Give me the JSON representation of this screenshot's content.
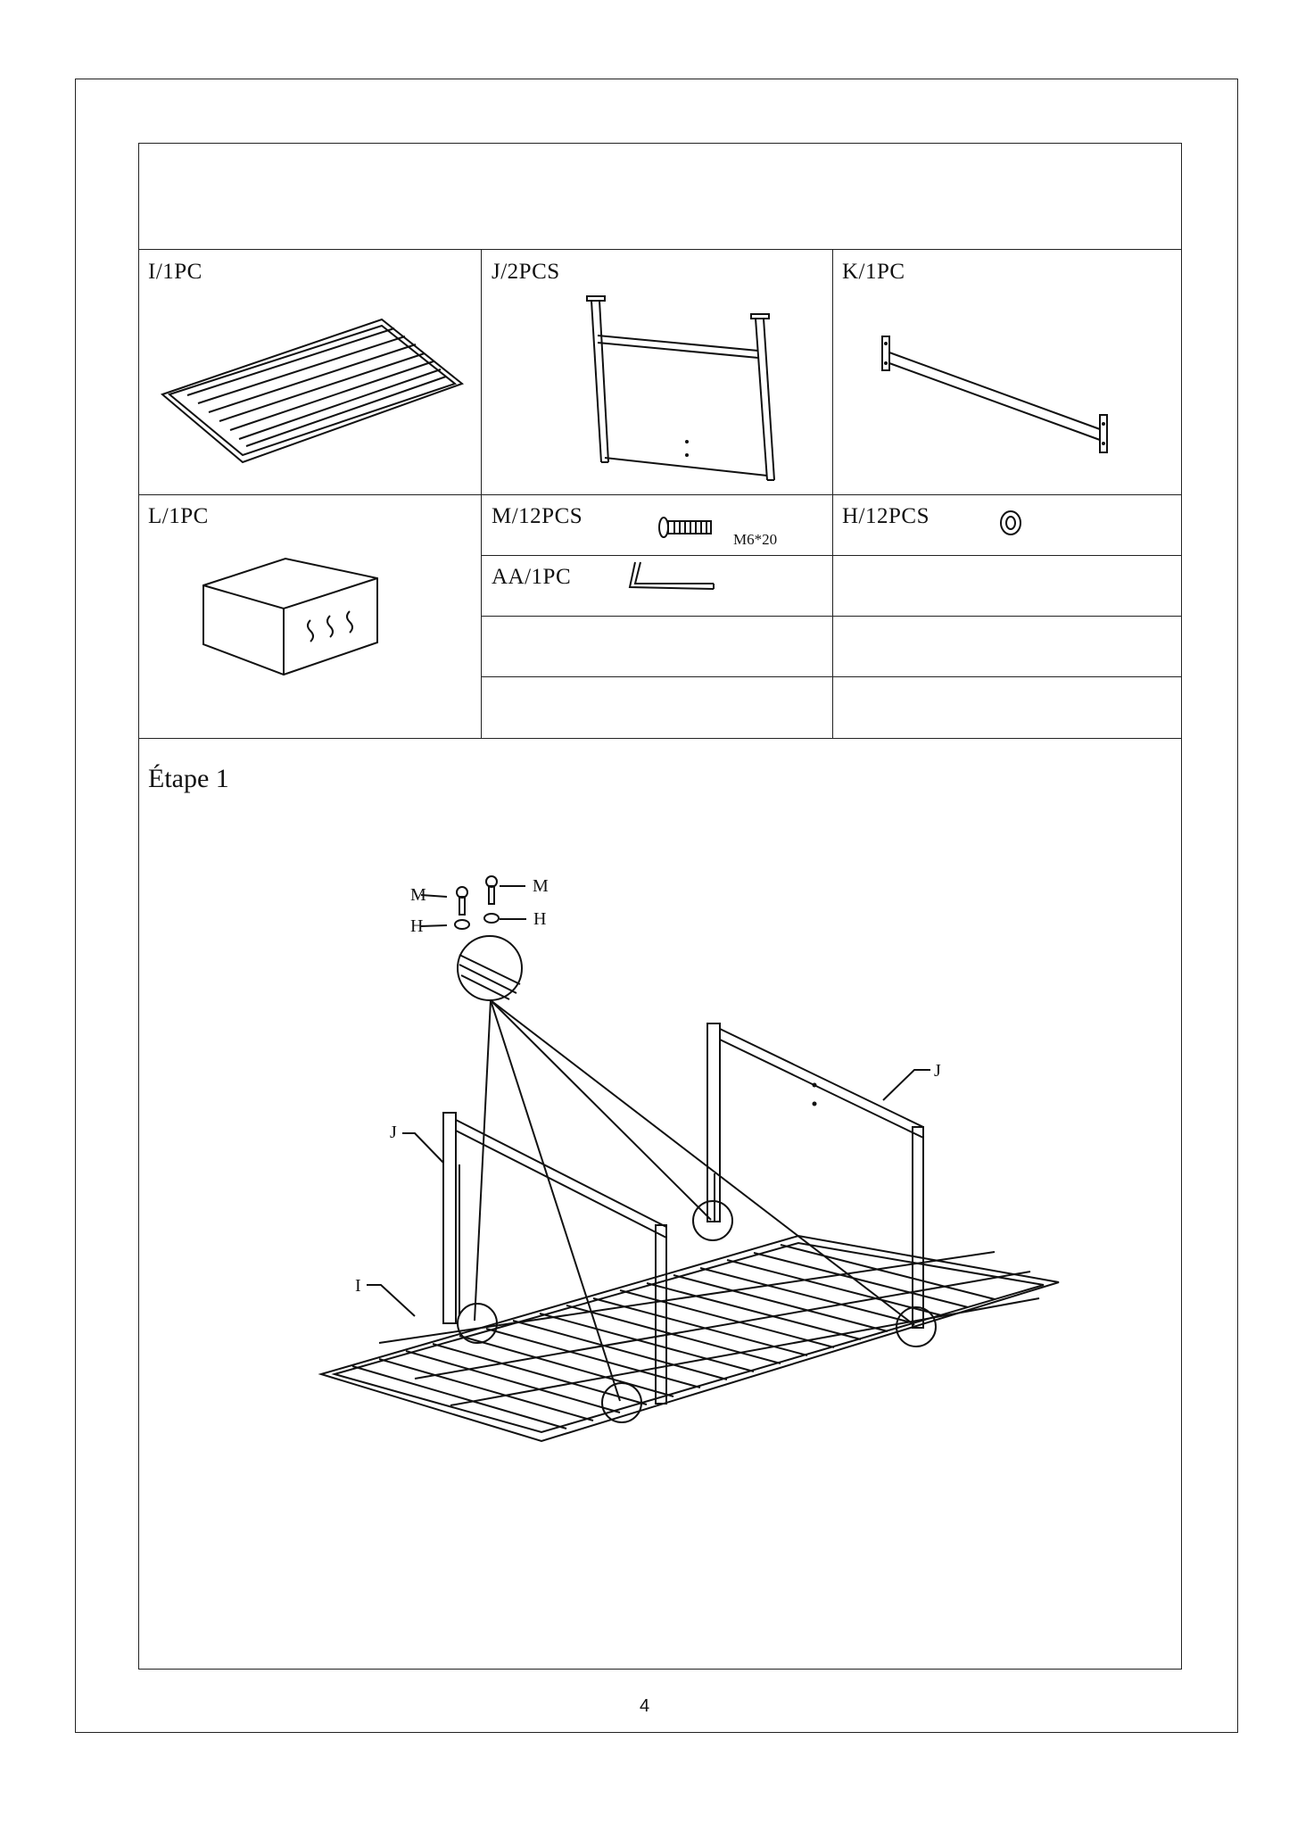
{
  "parts": {
    "I": {
      "label": "I/1PC",
      "icon": "slatted-frame-icon"
    },
    "J": {
      "label": "J/2PCS",
      "icon": "leg-frame-icon"
    },
    "K": {
      "label": "K/1PC",
      "icon": "crossbar-icon"
    },
    "L": {
      "label": "L/1PC",
      "icon": "hardware-box-icon"
    },
    "M": {
      "label": "M/12PCS",
      "spec": "M6*20",
      "icon": "bolt-icon"
    },
    "H": {
      "label": "H/12PCS",
      "icon": "washer-icon"
    },
    "AA": {
      "label": "AA/1PC",
      "icon": "allen-key-icon"
    }
  },
  "step": {
    "title": "Étape 1"
  },
  "callouts": {
    "M": "M",
    "H": "H",
    "J": "J",
    "I": "I"
  },
  "page_number": "4"
}
